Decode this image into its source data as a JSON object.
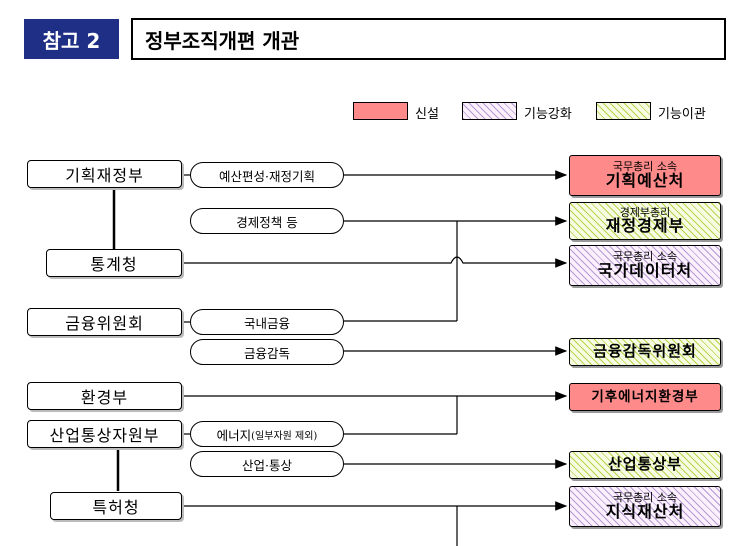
{
  "header": {
    "tag": "참고 2",
    "title": "정부조직개편 개관"
  },
  "legend": {
    "new": "신설",
    "strengthen": "기능강화",
    "transfer": "기능이관"
  },
  "sources": {
    "mosf": "기획재정부",
    "statistics": "통계청",
    "fsc": "금융위원회",
    "env": "환경부",
    "motie": "산업통상자원부",
    "kipo": "특허청"
  },
  "functions": {
    "budget": "예산편성·재정기획",
    "economic": "경제정책 등",
    "domestic_finance": "국내금융",
    "supervision": "금융감독",
    "energy_main": "에너지",
    "energy_note": "(일부자원 제외)",
    "trade": "산업·통상"
  },
  "targets": {
    "planning_budget": {
      "sub": "국무총리 소속",
      "main": "기획예산처"
    },
    "fin_econ": {
      "sub": "경제부총리",
      "main": "재정경제부"
    },
    "national_data": {
      "sub": "국무총리 소속",
      "main": "국가데이터처"
    },
    "fsc_new": {
      "main": "금융감독위원회"
    },
    "climate_energy": {
      "main": "기후에너지환경부"
    },
    "industry_trade": {
      "main": "산업통상부"
    },
    "ip": {
      "sub": "국무총리 소속",
      "main": "지식재산처"
    }
  },
  "colors": {
    "tag_bg": "#1f2f86",
    "new": "#ff8a8a",
    "strengthen": "#b59ad6",
    "transfer": "#b7d54a"
  }
}
